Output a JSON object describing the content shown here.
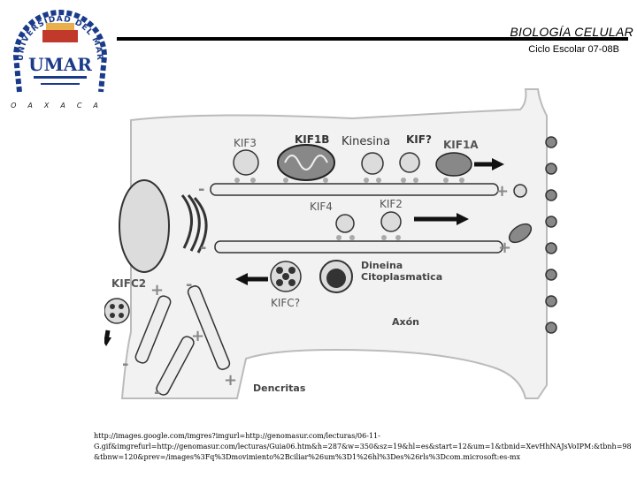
{
  "header": {
    "title": "BIOLOGÍA CELULAR",
    "subtitle": "Ciclo Escolar 07-08B"
  },
  "logo": {
    "arc_text": "UNIVERSIDAD DEL MAR",
    "monogram": "UMAR",
    "city": "OAXACA"
  },
  "figure": {
    "labels": {
      "kif3": "KIF3",
      "kif1b": "KIF1B",
      "kinesina": "Kinesina",
      "kif_unknown": "KIF?",
      "kif1a": "KIF1A",
      "kif4": "KIF4",
      "kif2": "KIF2",
      "dineina_line1": "Dineina",
      "dineina_line2": "Citoplasmatica",
      "kifc2": "KIFC2",
      "kifc_unknown": "KIFC?",
      "axon": "Axón",
      "dendritas": "Dencritas"
    },
    "plus": "+",
    "minus": "-"
  },
  "source": {
    "line1": "http://images.google.com/imgres?imgurl=http://genomasur.com/lecturas/06-11-",
    "line2": "G.gif&imgrefurl=http://genomasur.com/lecturas/Guia06.htm&h=287&w=350&sz=19&hl=es&start=12&um=1&tbnid=XevHhNAJsVoIPM:&tbnh=98",
    "line3": "&tbnw=120&prev=/images%3Fq%3Dmovimiento%2Bciliar%26um%3D1%26hl%3Des%26rls%3Dcom.microsoft:es-mx"
  }
}
